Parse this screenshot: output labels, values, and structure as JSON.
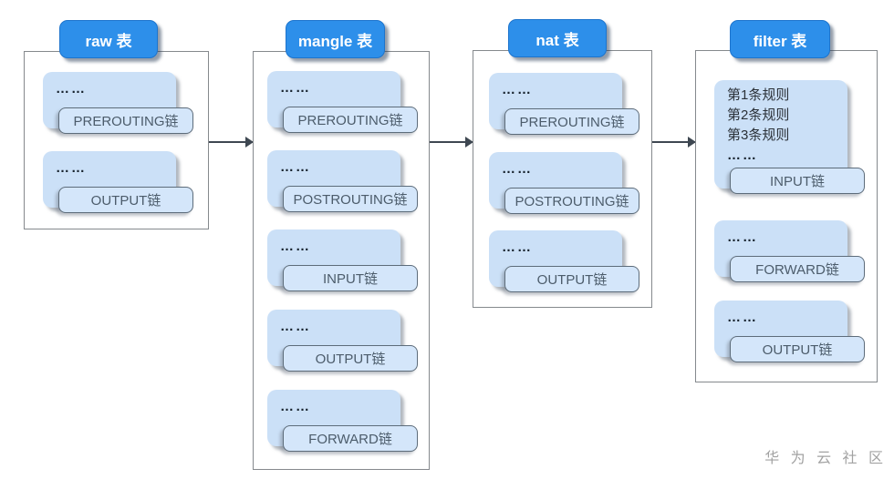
{
  "tables": [
    {
      "id": "raw",
      "title": "raw 表",
      "chains": [
        {
          "dots": "……",
          "label": "PREROUTING链"
        },
        {
          "dots": "……",
          "label": "OUTPUT链"
        }
      ]
    },
    {
      "id": "mangle",
      "title": "mangle 表",
      "chains": [
        {
          "dots": "……",
          "label": "PREROUTING链"
        },
        {
          "dots": "……",
          "label": "POSTROUTING链"
        },
        {
          "dots": "……",
          "label": "INPUT链"
        },
        {
          "dots": "……",
          "label": "OUTPUT链"
        },
        {
          "dots": "……",
          "label": "FORWARD链"
        }
      ]
    },
    {
      "id": "nat",
      "title": "nat 表",
      "chains": [
        {
          "dots": "……",
          "label": "PREROUTING链"
        },
        {
          "dots": "……",
          "label": "POSTROUTING链"
        },
        {
          "dots": "……",
          "label": "OUTPUT链"
        }
      ]
    },
    {
      "id": "filter",
      "title": "filter 表",
      "chains": [
        {
          "rules": [
            "第1条规则",
            "第2条规则",
            "第3条规则",
            "……"
          ],
          "label": "INPUT链"
        },
        {
          "dots": "……",
          "label": "FORWARD链"
        },
        {
          "dots": "……",
          "label": "OUTPUT链"
        }
      ]
    }
  ],
  "watermark": "华 为 云 社 区",
  "colors": {
    "table_header_bg": "#2d8fea",
    "table_header_text": "#ffffff",
    "chain_card_bg": "#cbe0f7",
    "chain_pill_bg": "#d4e6fa",
    "chain_pill_border": "#5d6c7a",
    "box_border": "#85898d",
    "arrow": "#3e4751",
    "watermark_text": "#a2a2a2"
  }
}
